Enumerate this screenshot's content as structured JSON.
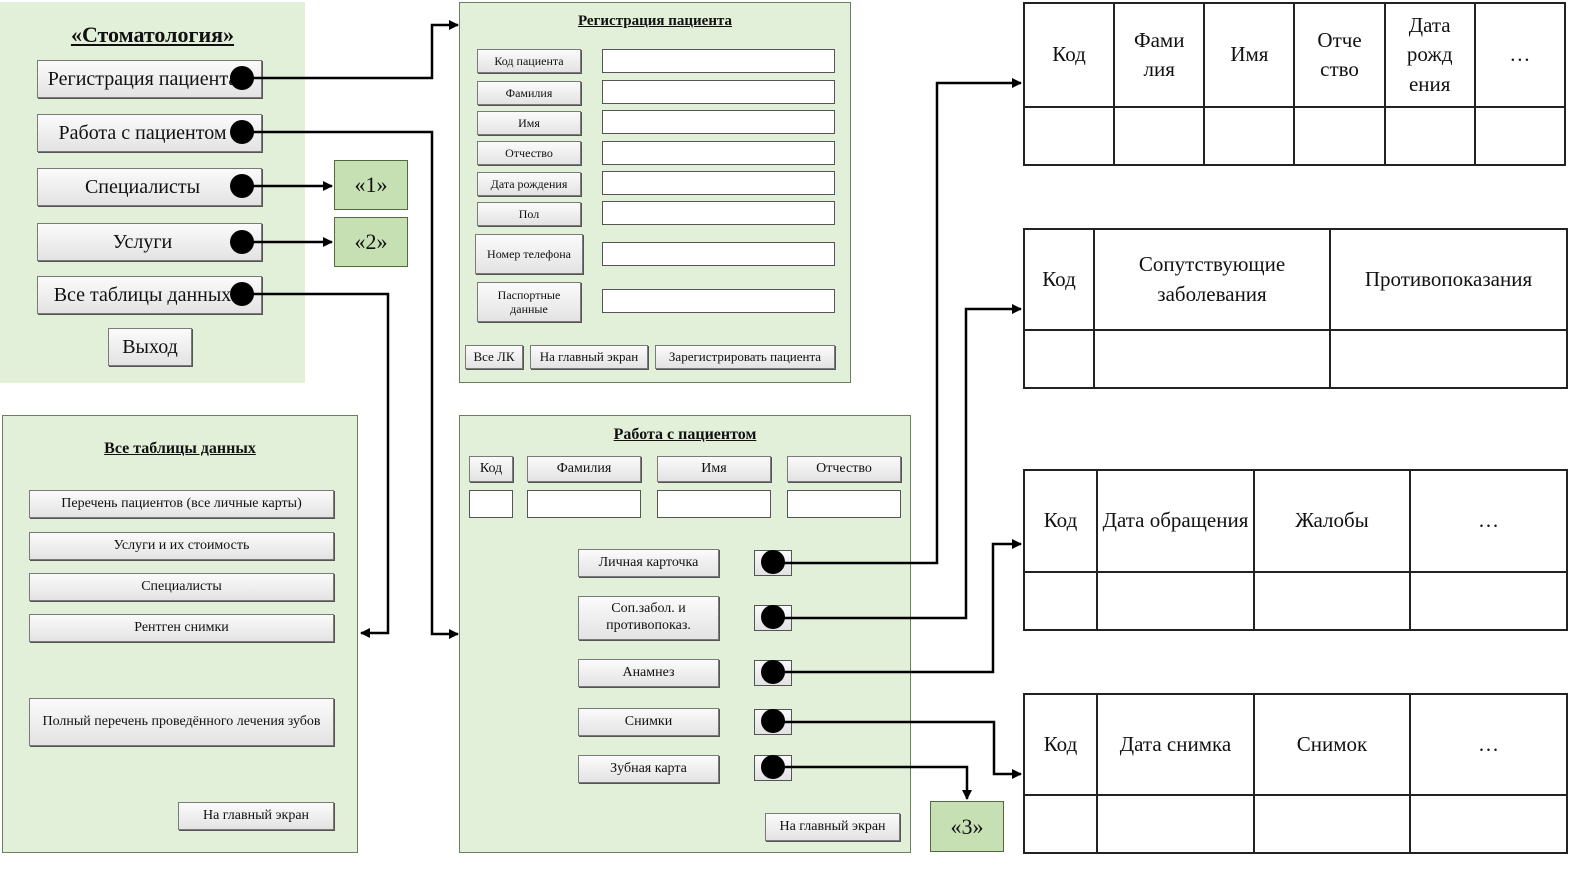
{
  "main_menu": {
    "title": "«Стоматология»",
    "buttons": [
      "Регистрация пациента",
      "Работа с пациентом",
      "Специалисты",
      "Услуги",
      "Все таблицы данных"
    ],
    "exit": "Выход"
  },
  "markers": {
    "m1": "«1»",
    "m2": "«2»",
    "m3": "«3»"
  },
  "registration": {
    "title": "Регистрация пациента",
    "labels": [
      "Код пациента",
      "Фамилия",
      "Имя",
      "Отчество",
      "Дата рождения",
      "Пол",
      "Номер телефона",
      "Паспортные данные"
    ],
    "buttons": {
      "all_cards": "Все ЛК",
      "home": "На главный экран",
      "register": "Зарегистрировать пациента"
    }
  },
  "all_tables": {
    "title": "Все таблицы данных",
    "buttons": [
      "Перечень пациентов (все личные карты)",
      "Услуги и их стоимость",
      "Специалисты",
      "Рентген снимки",
      "Полный перечень проведённого лечения зубов"
    ],
    "home": "На главный экран"
  },
  "patient_work": {
    "title": "Работа с пациентом",
    "headers": [
      "Код",
      "Фамилия",
      "Имя",
      "Отчество"
    ],
    "buttons": [
      "Личная карточка",
      "Соп.забол. и противопоказ.",
      "Анамнез",
      "Снимки",
      "Зубная карта"
    ],
    "home": "На главный экран"
  },
  "tables": {
    "personal_card": [
      "Код",
      "Фами лия",
      "Имя",
      "Отче ство",
      "Дата рожд ения",
      "…"
    ],
    "conditions": [
      "Код",
      "Сопутствующие заболевания",
      "Противопоказания"
    ],
    "anamnesis": [
      "Код",
      "Дата обращения",
      "Жалобы",
      "…"
    ],
    "images": [
      "Код",
      "Дата снимка",
      "Снимок",
      "…"
    ]
  }
}
